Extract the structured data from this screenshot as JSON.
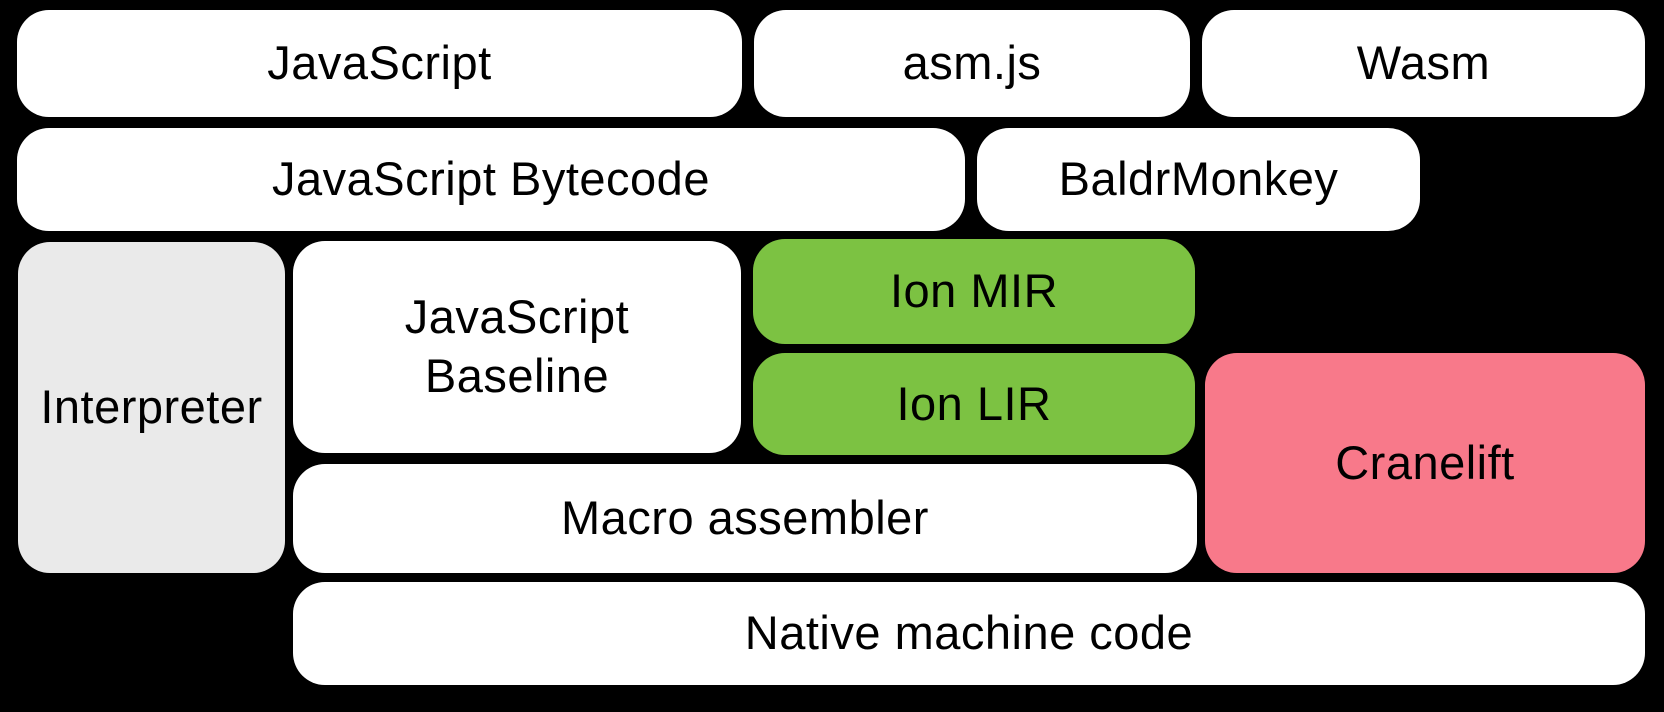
{
  "diagram": {
    "background_color": "#000000",
    "text_color": "#000000",
    "colors": {
      "box_default": "#ffffff",
      "box_interpreter": "#EAEAEA",
      "box_ion": "#7CC242",
      "box_cranelift": "#F8798A"
    },
    "boxes": {
      "javascript": {
        "label": "JavaScript"
      },
      "asmjs": {
        "label": "asm.js"
      },
      "wasm": {
        "label": "Wasm"
      },
      "js_bytecode": {
        "label": "JavaScript Bytecode"
      },
      "baldrmonkey": {
        "label": "BaldrMonkey"
      },
      "interpreter": {
        "label": "Interpreter"
      },
      "js_baseline": {
        "line1": "JavaScript",
        "line2": "Baseline"
      },
      "ion_mir": {
        "label": "Ion MIR"
      },
      "ion_lir": {
        "label": "Ion LIR"
      },
      "cranelift": {
        "label": "Cranelift"
      },
      "macro_assembler": {
        "label": "Macro assembler"
      },
      "native_machine_code": {
        "label": "Native machine code"
      }
    }
  }
}
